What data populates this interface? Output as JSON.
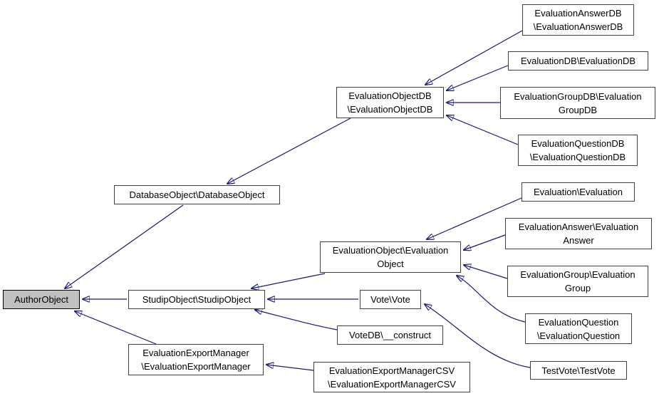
{
  "diagram": {
    "type": "class-inheritance-graph",
    "edge_color": "#191970",
    "node_border_color": "#404040",
    "highlight_fill": "#c0c0c0",
    "highlighted_node": "AuthorObject",
    "nodes": [
      {
        "id": "AuthorObject",
        "label": "AuthorObject",
        "highlight": true
      },
      {
        "id": "StudipObject",
        "label": "StudipObject\\StudipObject"
      },
      {
        "id": "DatabaseObject",
        "label": "DatabaseObject\\DatabaseObject"
      },
      {
        "id": "EvaluationObjectDB",
        "label": "EvaluationObjectDB\n\\EvaluationObjectDB"
      },
      {
        "id": "EvaluationAnswerDB",
        "label": "EvaluationAnswerDB\n\\EvaluationAnswerDB"
      },
      {
        "id": "EvaluationDB",
        "label": "EvaluationDB\\EvaluationDB"
      },
      {
        "id": "EvaluationGroupDB",
        "label": "EvaluationGroupDB\\Evaluation\nGroupDB"
      },
      {
        "id": "EvaluationQuestionDB",
        "label": "EvaluationQuestionDB\n\\EvaluationQuestionDB"
      },
      {
        "id": "EvaluationObject",
        "label": "EvaluationObject\\Evaluation\nObject"
      },
      {
        "id": "Evaluation",
        "label": "Evaluation\\Evaluation"
      },
      {
        "id": "EvaluationAnswer",
        "label": "EvaluationAnswer\\Evaluation\nAnswer"
      },
      {
        "id": "EvaluationGroup",
        "label": "EvaluationGroup\\Evaluation\nGroup"
      },
      {
        "id": "EvaluationQuestion",
        "label": "EvaluationQuestion\n\\EvaluationQuestion"
      },
      {
        "id": "Vote",
        "label": "Vote\\Vote"
      },
      {
        "id": "VoteDB",
        "label": "VoteDB\\__construct"
      },
      {
        "id": "TestVote",
        "label": "TestVote\\TestVote"
      },
      {
        "id": "EvaluationExportManager",
        "label": "EvaluationExportManager\n\\EvaluationExportManager"
      },
      {
        "id": "EvaluationExportManagerCSV",
        "label": "EvaluationExportManagerCSV\n\\EvaluationExportManagerCSV"
      }
    ],
    "edges": [
      {
        "from": "EvaluationAnswerDB",
        "to": "EvaluationObjectDB"
      },
      {
        "from": "EvaluationDB",
        "to": "EvaluationObjectDB"
      },
      {
        "from": "EvaluationGroupDB",
        "to": "EvaluationObjectDB"
      },
      {
        "from": "EvaluationQuestionDB",
        "to": "EvaluationObjectDB"
      },
      {
        "from": "EvaluationObjectDB",
        "to": "DatabaseObject"
      },
      {
        "from": "DatabaseObject",
        "to": "AuthorObject"
      },
      {
        "from": "Evaluation",
        "to": "EvaluationObject"
      },
      {
        "from": "EvaluationAnswer",
        "to": "EvaluationObject"
      },
      {
        "from": "EvaluationGroup",
        "to": "EvaluationObject"
      },
      {
        "from": "EvaluationQuestion",
        "to": "EvaluationObject"
      },
      {
        "from": "EvaluationObject",
        "to": "StudipObject"
      },
      {
        "from": "Vote",
        "to": "StudipObject"
      },
      {
        "from": "VoteDB",
        "to": "StudipObject"
      },
      {
        "from": "TestVote",
        "to": "Vote"
      },
      {
        "from": "StudipObject",
        "to": "AuthorObject"
      },
      {
        "from": "EvaluationExportManager",
        "to": "AuthorObject"
      },
      {
        "from": "EvaluationExportManagerCSV",
        "to": "EvaluationExportManager"
      }
    ]
  }
}
